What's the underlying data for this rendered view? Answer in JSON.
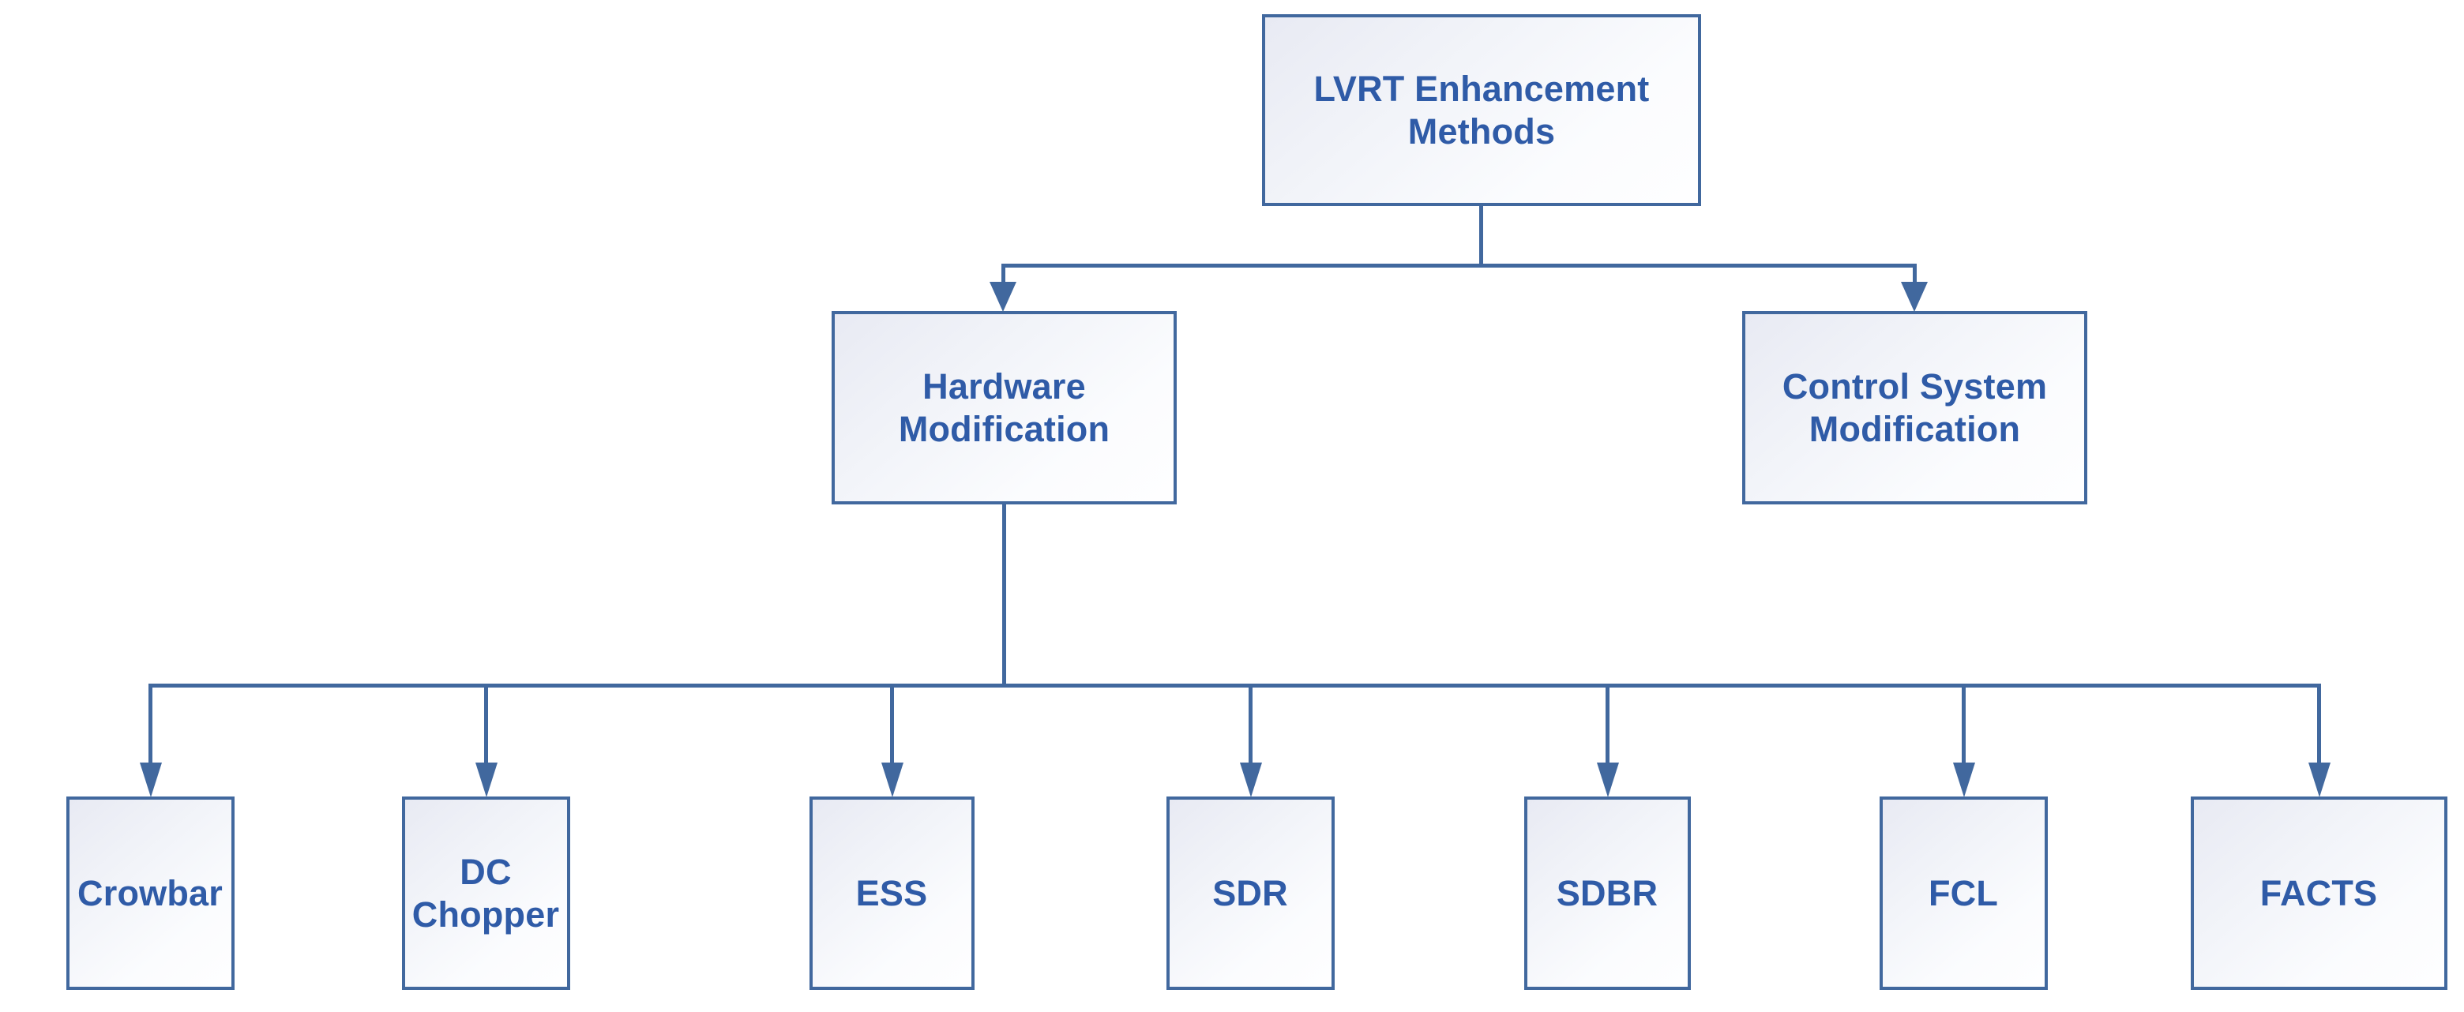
{
  "diagram": {
    "type": "tree",
    "title": "LVRT Enhancement Methods",
    "colors": {
      "border": "#41689E",
      "text": "#2F5BA7",
      "fill_start": "#E8EAF3",
      "fill_end": "#FEFEFF",
      "background": "#FFFFFF",
      "connector": "#41689E"
    },
    "root": {
      "id": "lvrt-enhancement-methods",
      "label": "LVRT Enhancement\nMethods"
    },
    "branches": [
      {
        "id": "hardware-modification",
        "label": "Hardware\nModification"
      },
      {
        "id": "control-system-modification",
        "label": "Control System\nModification"
      }
    ],
    "leaves": [
      {
        "id": "crowbar",
        "label": "Crowbar"
      },
      {
        "id": "dc-chopper",
        "label": "DC\nChopper"
      },
      {
        "id": "ess",
        "label": "ESS"
      },
      {
        "id": "sdr",
        "label": "SDR"
      },
      {
        "id": "sdbr",
        "label": "SDBR"
      },
      {
        "id": "fcl",
        "label": "FCL"
      },
      {
        "id": "facts",
        "label": "FACTS"
      }
    ]
  }
}
